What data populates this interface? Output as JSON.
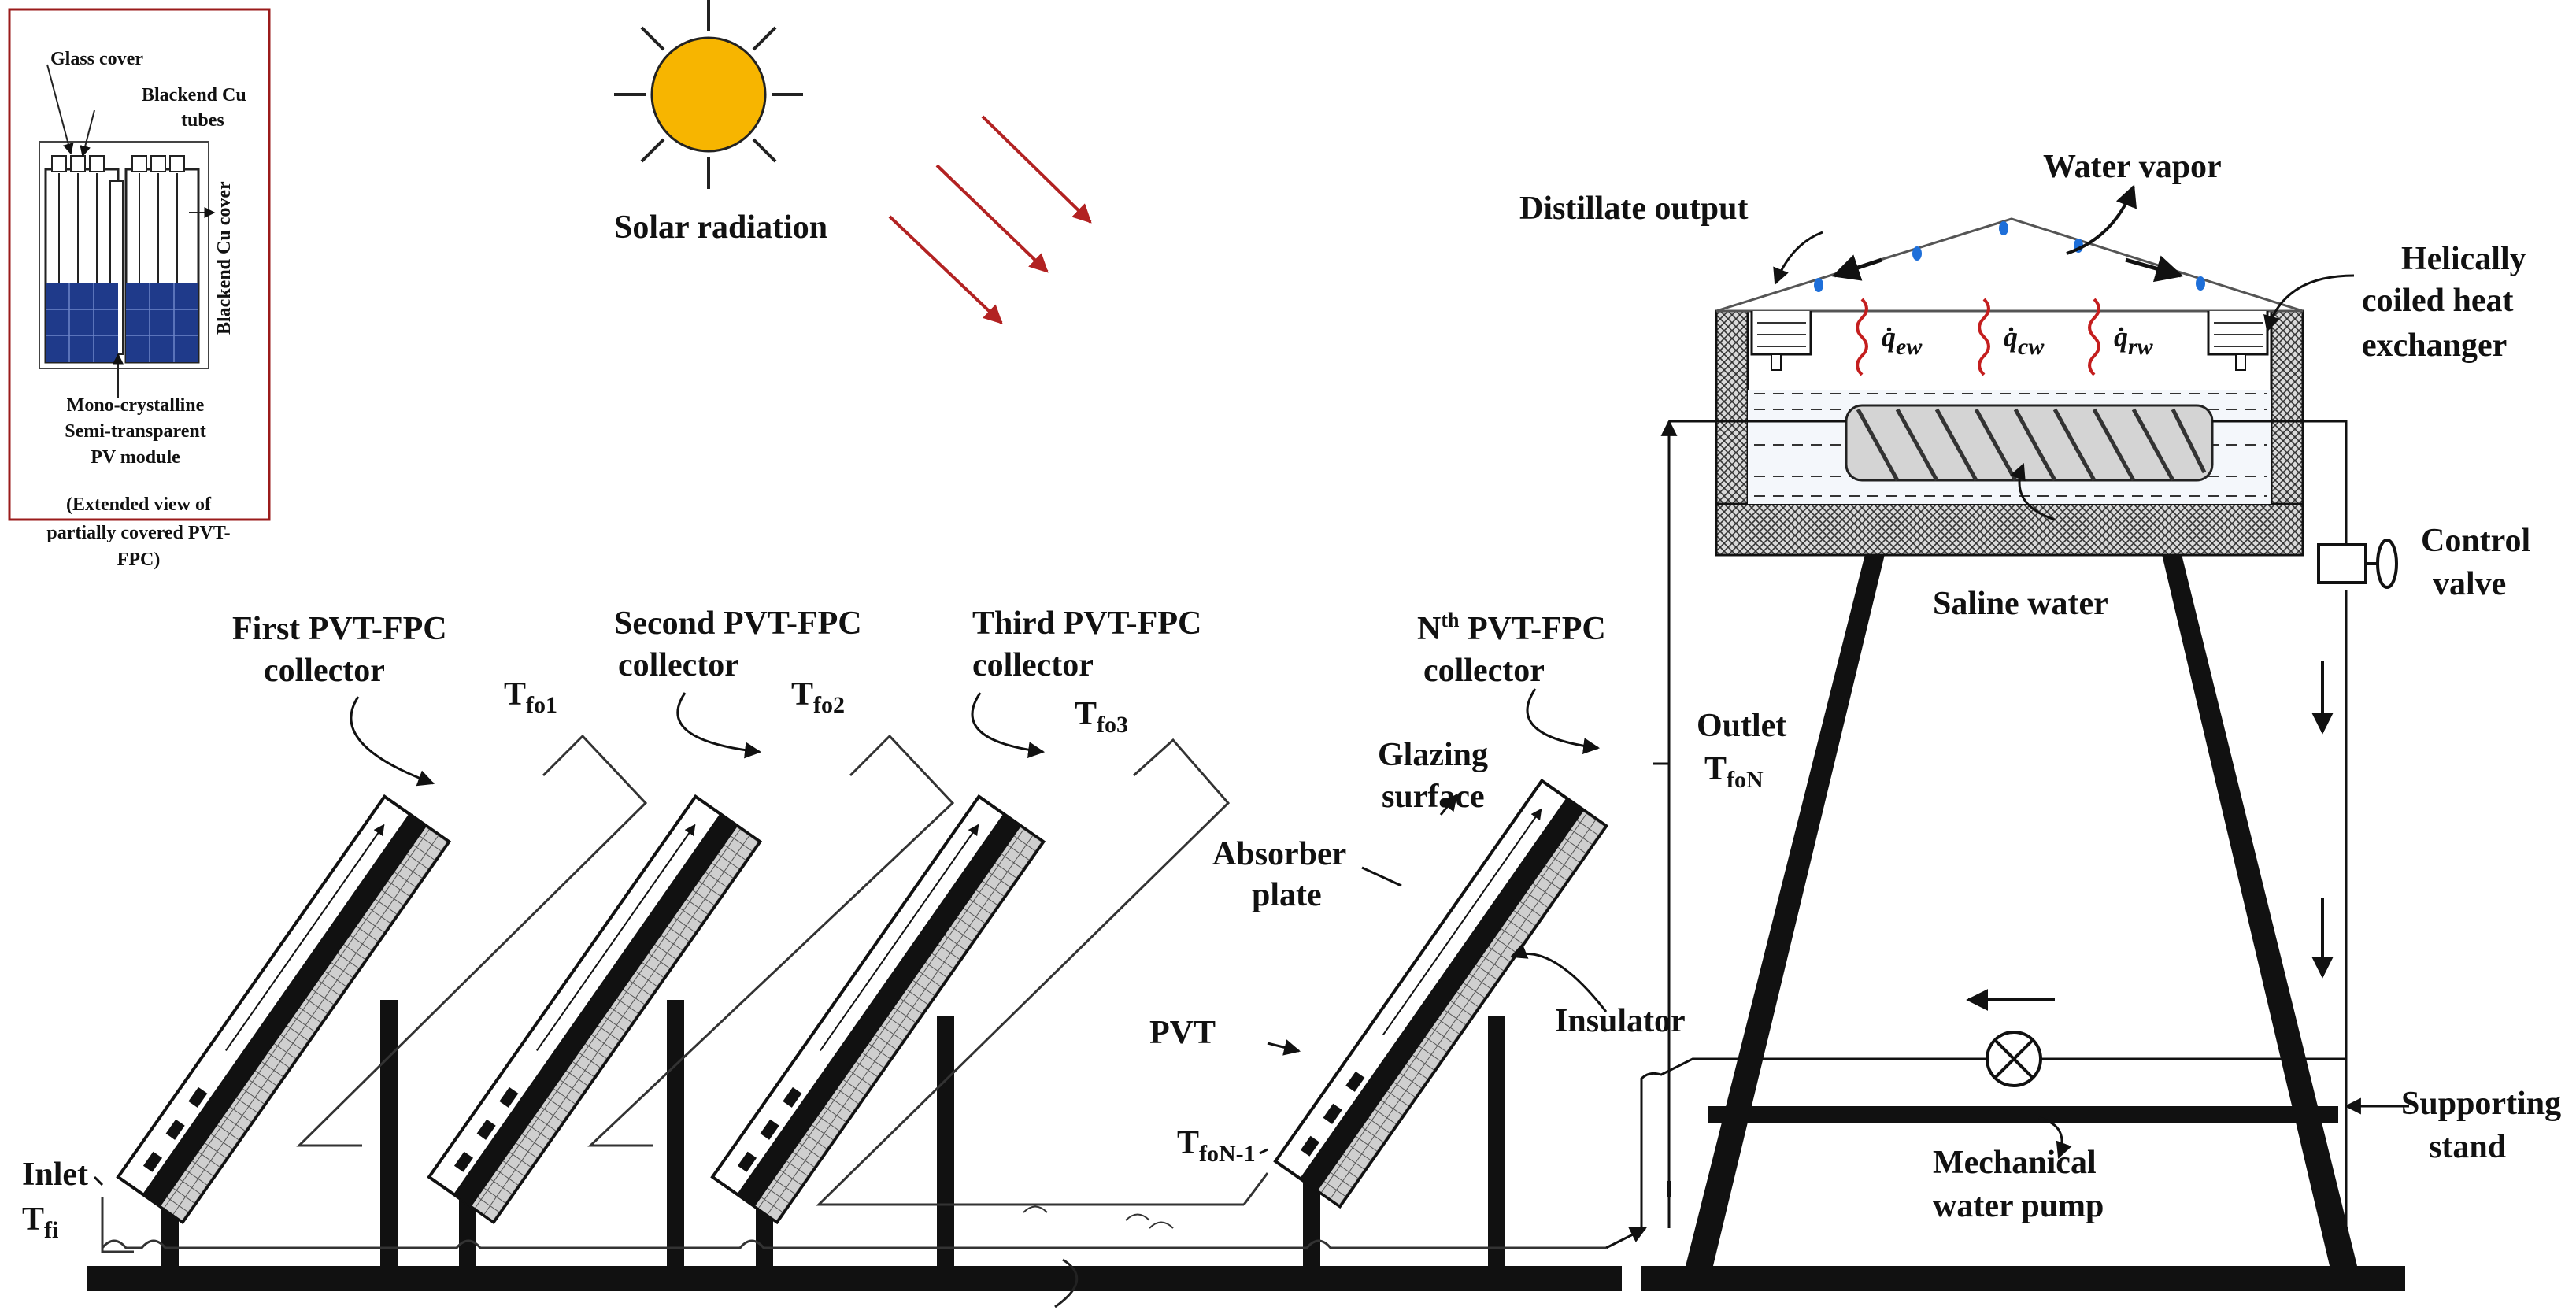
{
  "inset": {
    "glass_cover": "Glass cover",
    "blackend_cu_tubes_1": "Blackend Cu",
    "blackend_cu_tubes_2": "tubes",
    "blackend_cu_cover": "Blackend Cu cover",
    "module_1": "Mono-crystalline",
    "module_2": "Semi-transparent",
    "module_3": "PV module",
    "caption_1": "(Extended view of",
    "caption_2": "partially covered PVT-",
    "caption_3": "FPC)"
  },
  "sun": {
    "label": "Solar radiation"
  },
  "collectors": {
    "first_1": "First PVT-FPC",
    "first_2": "collector",
    "second_1": "Second PVT-FPC",
    "second_2": "collector",
    "third_1": "Third PVT-FPC",
    "third_2": "collector",
    "nth_n": "N",
    "nth_sup": "th",
    "nth_rest": " PVT-FPC",
    "nth_2": "collector"
  },
  "temps": {
    "T": "T",
    "fo1": "fo1",
    "fo2": "fo2",
    "fo3": "fo3",
    "foN1": "foN-1",
    "foN": "foN",
    "fi": "fi"
  },
  "parts": {
    "glazing_1": "Glazing",
    "glazing_2": "surface",
    "absorber_1": "Absorber",
    "absorber_2": "plate",
    "pvt": "PVT",
    "insulator": "Insulator",
    "inlet": "Inlet",
    "outlet": "Outlet"
  },
  "still": {
    "water_vapor": "Water vapor",
    "distillate": "Distillate output",
    "helix_1": "Helically",
    "helix_2": "coiled heat",
    "helix_3": "exchanger",
    "saline": "Saline water",
    "q": "q̇",
    "ew": "ew",
    "cw": "cw",
    "rw": "rw",
    "control_1": "Control",
    "control_2": "valve",
    "support_1": "Supporting",
    "support_2": "stand",
    "pump_1": "Mechanical",
    "pump_2": "water pump"
  },
  "colors": {
    "sun_fill": "#f7b500",
    "ray": "#b22222",
    "panel_blue": "#1f3a8a",
    "inset_border": "#9b1b1b",
    "droplet": "#1e6fd9",
    "wave": "#c41e1e"
  }
}
